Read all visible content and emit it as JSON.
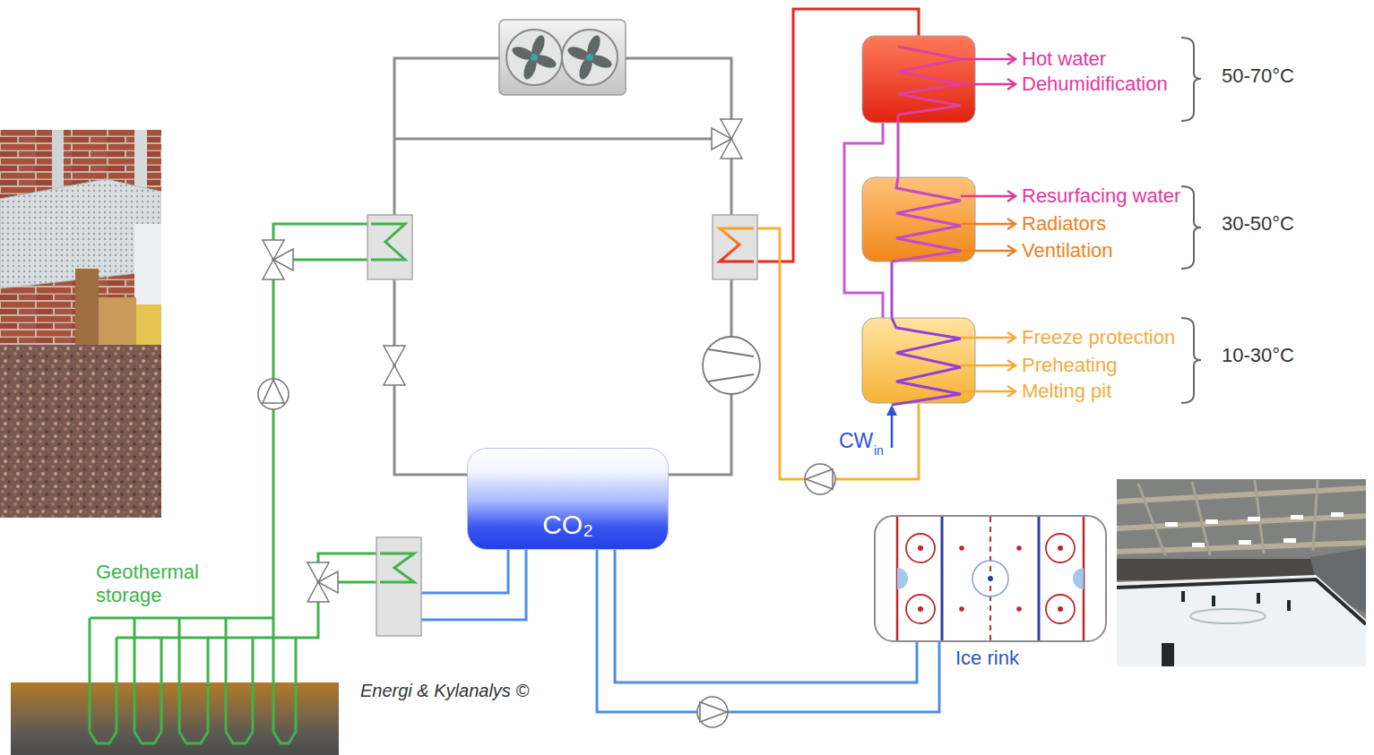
{
  "diagram": {
    "nodes": [
      {
        "text": [
          "CO₂"
        ]
      },
      {
        "text": [
          "Ice rink"
        ]
      },
      {
        "text": [
          "Geothermal storage"
        ]
      }
    ],
    "edges": [
      {
        "from": 0,
        "to": 1,
        "arrow": "none"
      },
      {
        "from": 0,
        "to": 1,
        "arrow": "none"
      }
    ],
    "labels": [
      "Hot water",
      "Dehumidification",
      "50-70°C",
      "Resurfacing water",
      "Radiators",
      "Ventilation",
      "30-50°C",
      "Freeze protection",
      "Preheating",
      "Melting pit",
      "10-30°C",
      "CW",
      "in",
      "Energi & Kylanalys ©"
    ]
  }
}
